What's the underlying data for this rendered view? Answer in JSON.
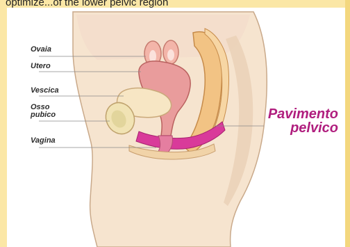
{
  "header_fragment": "optimize...of the lower pelvic region",
  "labels": {
    "ovaia": "Ovaia",
    "utero": "Utero",
    "vescica": "Vescica",
    "osso_pubico_1": "Osso",
    "osso_pubico_2": "pubico",
    "vagina": "Vagina"
  },
  "highlight": {
    "line1": "Pavimento",
    "line2": "pelvico"
  },
  "colors": {
    "background": "#fbe7a6",
    "highlight": "#b01e7e",
    "skin": "#f6e7d6",
    "uterus": "#e99c9c",
    "pelvic_floor": "#d93a9a"
  }
}
